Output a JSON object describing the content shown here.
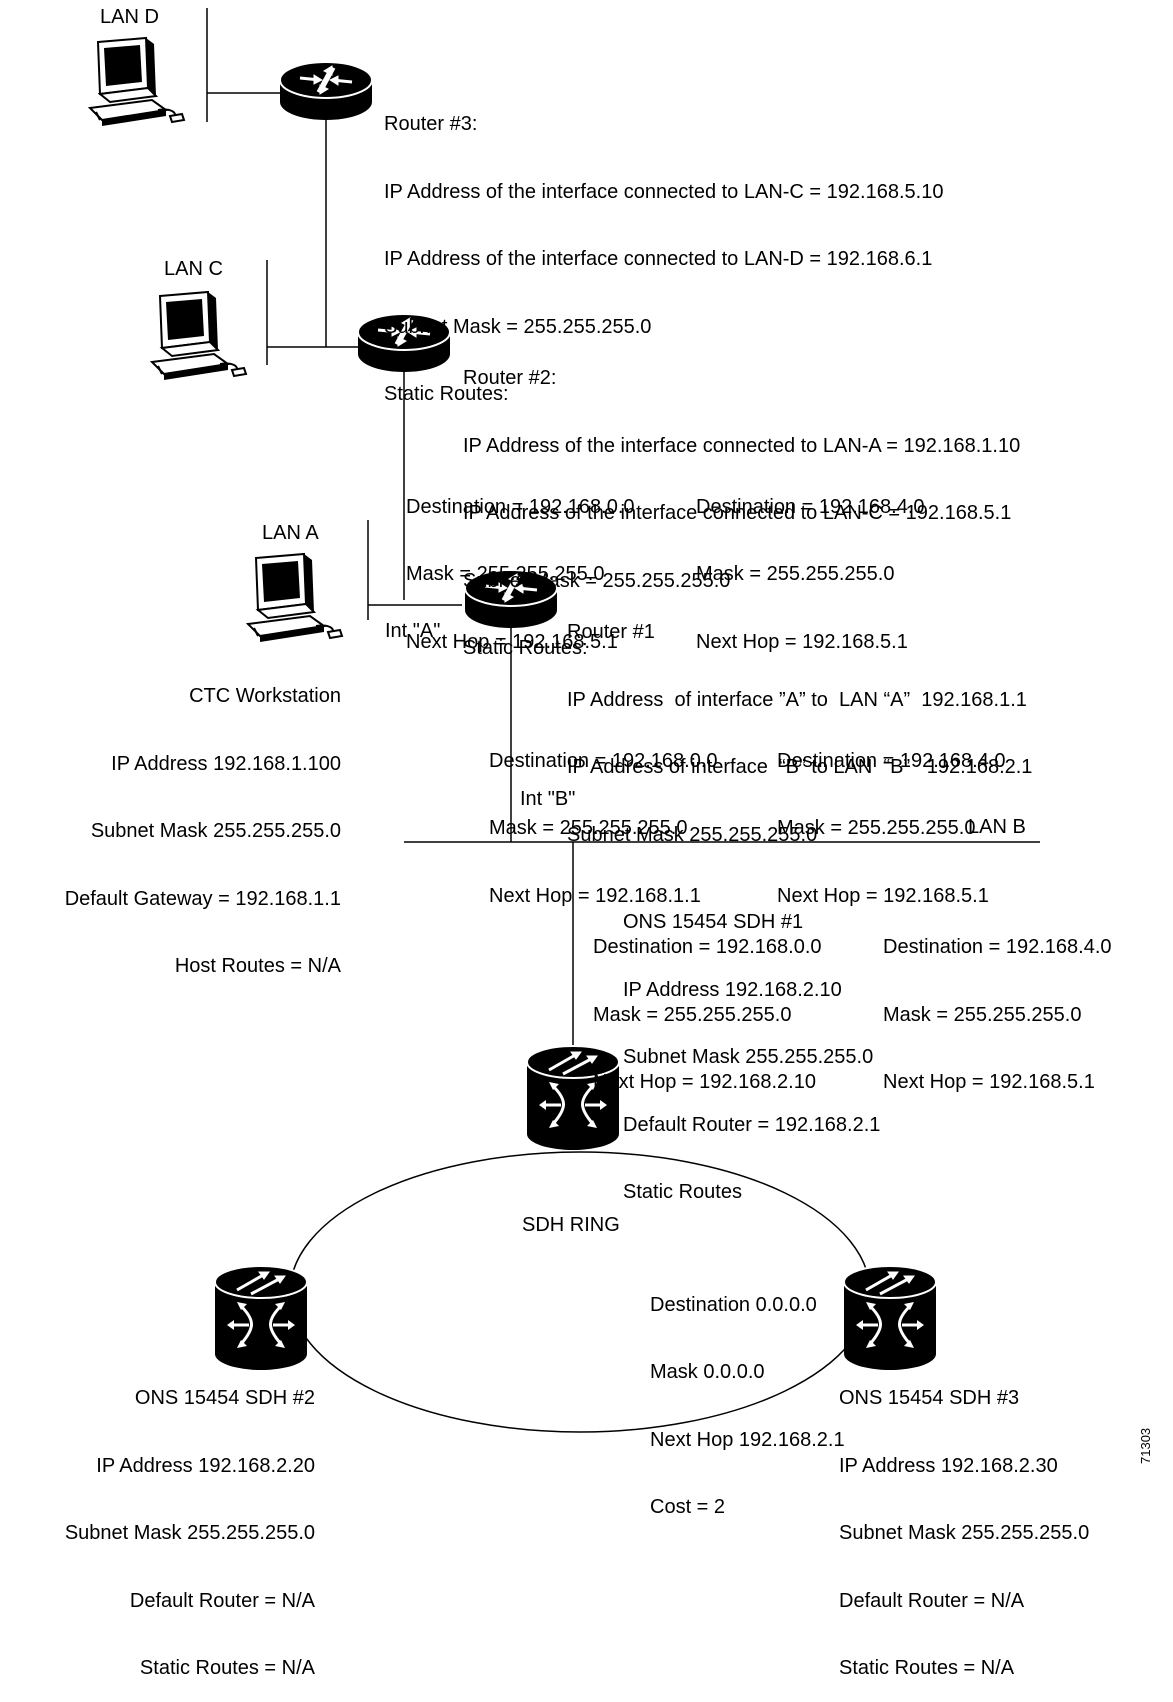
{
  "lans": {
    "lan_d": "LAN D",
    "lan_c": "LAN C",
    "lan_a": "LAN A",
    "lan_b": "LAN B"
  },
  "interfaces": {
    "int_a": "Int \"A\"",
    "int_b": "Int \"B\""
  },
  "router3": {
    "title": "Router #3:",
    "lines": [
      "IP Address of the interface connected to LAN-C = 192.168.5.10",
      "IP Address of the interface connected to LAN-D = 192.168.6.1",
      "Subnet Mask = 255.255.255.0",
      "Static Routes:"
    ],
    "routes": [
      [
        "Destination = 192.168.0.0",
        "Mask = 255.255.255.0",
        "Next Hop = 192.168.5.1"
      ],
      [
        "Destination = 192.168.4.0",
        "Mask = 255.255.255.0",
        "Next Hop = 192.168.5.1"
      ]
    ]
  },
  "router2": {
    "title": "Router #2:",
    "lines": [
      "IP Address of the interface connected to LAN-A = 192.168.1.10",
      "IP Address of the interface connected to LAN-C = 192.168.5.1",
      "Subnet Mask = 255.255.255.0",
      "Static Routes:"
    ],
    "routes": [
      [
        "Destination = 192.168.0.0",
        "Mask = 255.255.255.0",
        "Next Hop = 192.168.1.1"
      ],
      [
        "Destination = 192.168.4.0",
        "Mask = 255.255.255.0",
        "Next Hop = 192.168.5.1"
      ]
    ]
  },
  "router1": {
    "title": "Router #1",
    "lines": [
      "IP Address  of interface ”A” to  LAN “A”  192.168.1.1",
      "IP Address of interface  “B” to LAN  “B”   192.168.2.1",
      "Subnet Mask 255.255.255.0"
    ],
    "routes": [
      [
        "Destination = 192.168.0.0",
        "Mask = 255.255.255.0",
        "Next Hop = 192.168.2.10"
      ],
      [
        "Destination = 192.168.4.0",
        "Mask = 255.255.255.0",
        "Next Hop = 192.168.5.1"
      ]
    ]
  },
  "ctc": {
    "lines": [
      "CTC Workstation",
      "IP Address 192.168.1.100",
      "Subnet Mask 255.255.255.0",
      "Default Gateway = 192.168.1.1",
      "Host Routes = N/A"
    ]
  },
  "ons1": {
    "lines": [
      "ONS 15454 SDH #1",
      "IP Address 192.168.2.10",
      "Subnet Mask 255.255.255.0",
      "Default Router = 192.168.2.1",
      "Static Routes"
    ],
    "routes": [
      "Destination 0.0.0.0",
      "Mask 0.0.0.0",
      "Next Hop 192.168.2.1",
      "Cost = 2"
    ]
  },
  "ring_label": "SDH RING",
  "ons2": {
    "lines": [
      "ONS 15454 SDH #2",
      "IP Address 192.168.2.20",
      "Subnet Mask 255.255.255.0",
      "Default Router = N/A",
      "Static Routes = N/A"
    ]
  },
  "ons3": {
    "lines": [
      "ONS 15454 SDH #3",
      "IP Address 192.168.2.30",
      "Subnet Mask 255.255.255.0",
      "Default Router = N/A",
      "Static Routes = N/A"
    ]
  },
  "figure_id": "71303",
  "icons": [
    "workstation-icon",
    "router-icon",
    "ons-node-icon"
  ]
}
